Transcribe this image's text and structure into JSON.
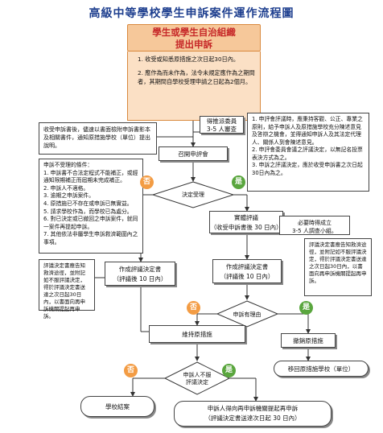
{
  "title": "高級中等學校學生申訴案件運作流程圖",
  "start": {
    "heading": "學生或學生自治組織\n提出申訴",
    "items": [
      "1. 收受或知悉原措施之次日起30日內。",
      "2. 應作為而未作為，法令未規定應作為之期間者，其期間自學校受理申請之日起為2個月。"
    ]
  },
  "left_note": "收受申訴書後，儘速以書面檢附申訴書影本及相關書件，通知原措施學校（單位）提出說明。",
  "assign_box": "得推派委員\n3-5 人審查",
  "right_note": [
    "1. 申評會評議時，應秉持客觀、公正、專業之原則，給予申訴人及原措施學校充分陳述意見及答辯之機會，並得通知申訴人及其法定代理人、關係人到會陳述意見。",
    "2. 申評會委員會議之評議決定，以無記名投票表決方式為之。",
    "3. 申訴之評議決定，應於收受申訴書之次日起30日內為之。"
  ],
  "convene": "召開申評會",
  "reject_reasons": {
    "heading": "申訴不受理的條件：",
    "items": [
      "1. 申訴書不合法定程式不能補正，或經通知限期補正而屆期未完成補正。",
      "2. 申訴人不適格。",
      "3. 逾期之申訴案件。",
      "4. 原措施已不存在或申訴已無實益。",
      "5. 請求學校作為，而學校已為處分。",
      "6. 對已決定或已撤回之申訴案件，就同一案件再提起申訴。",
      "7. 其他依法非屬學生申訴救濟範圍內之事項。"
    ]
  },
  "accept_decision": "決定受理",
  "no_label": "否",
  "yes_label": "是",
  "review": "實體評議\n（收受申訴書後 30 日內）",
  "review_note": "必要時得成立\n3-5 人調查小組。",
  "left_decision_note": "評議決定書應告知救濟途徑，並附記如不服評議決定，得於評議決定書送達之次日起30日內，以書面向再申訴機關提起再申訴。",
  "decision_left": "作成評議決定書\n（評議後 10 日內）",
  "decision_mid": "作成評議決定書\n（評議後 10 日內）",
  "right_decision_note": "評議決定書應告知救濟途徑，並附記如不服評議決定，得於評議決定書送達之次日起30日內，以書面向再申訴機關提起再申訴。",
  "reason_decision": "申訴有理由",
  "maintain": "維持原措施",
  "revoke": "撤銷原措施",
  "revise": "移回原措施學校（單位）",
  "dissatisfied": "申訴人不服\n評議決定",
  "end_left": "學校結案",
  "end_right": "申訴人得向再申訴機關提起再申訴\n（評議決定書送達次日起 30 日內）"
}
